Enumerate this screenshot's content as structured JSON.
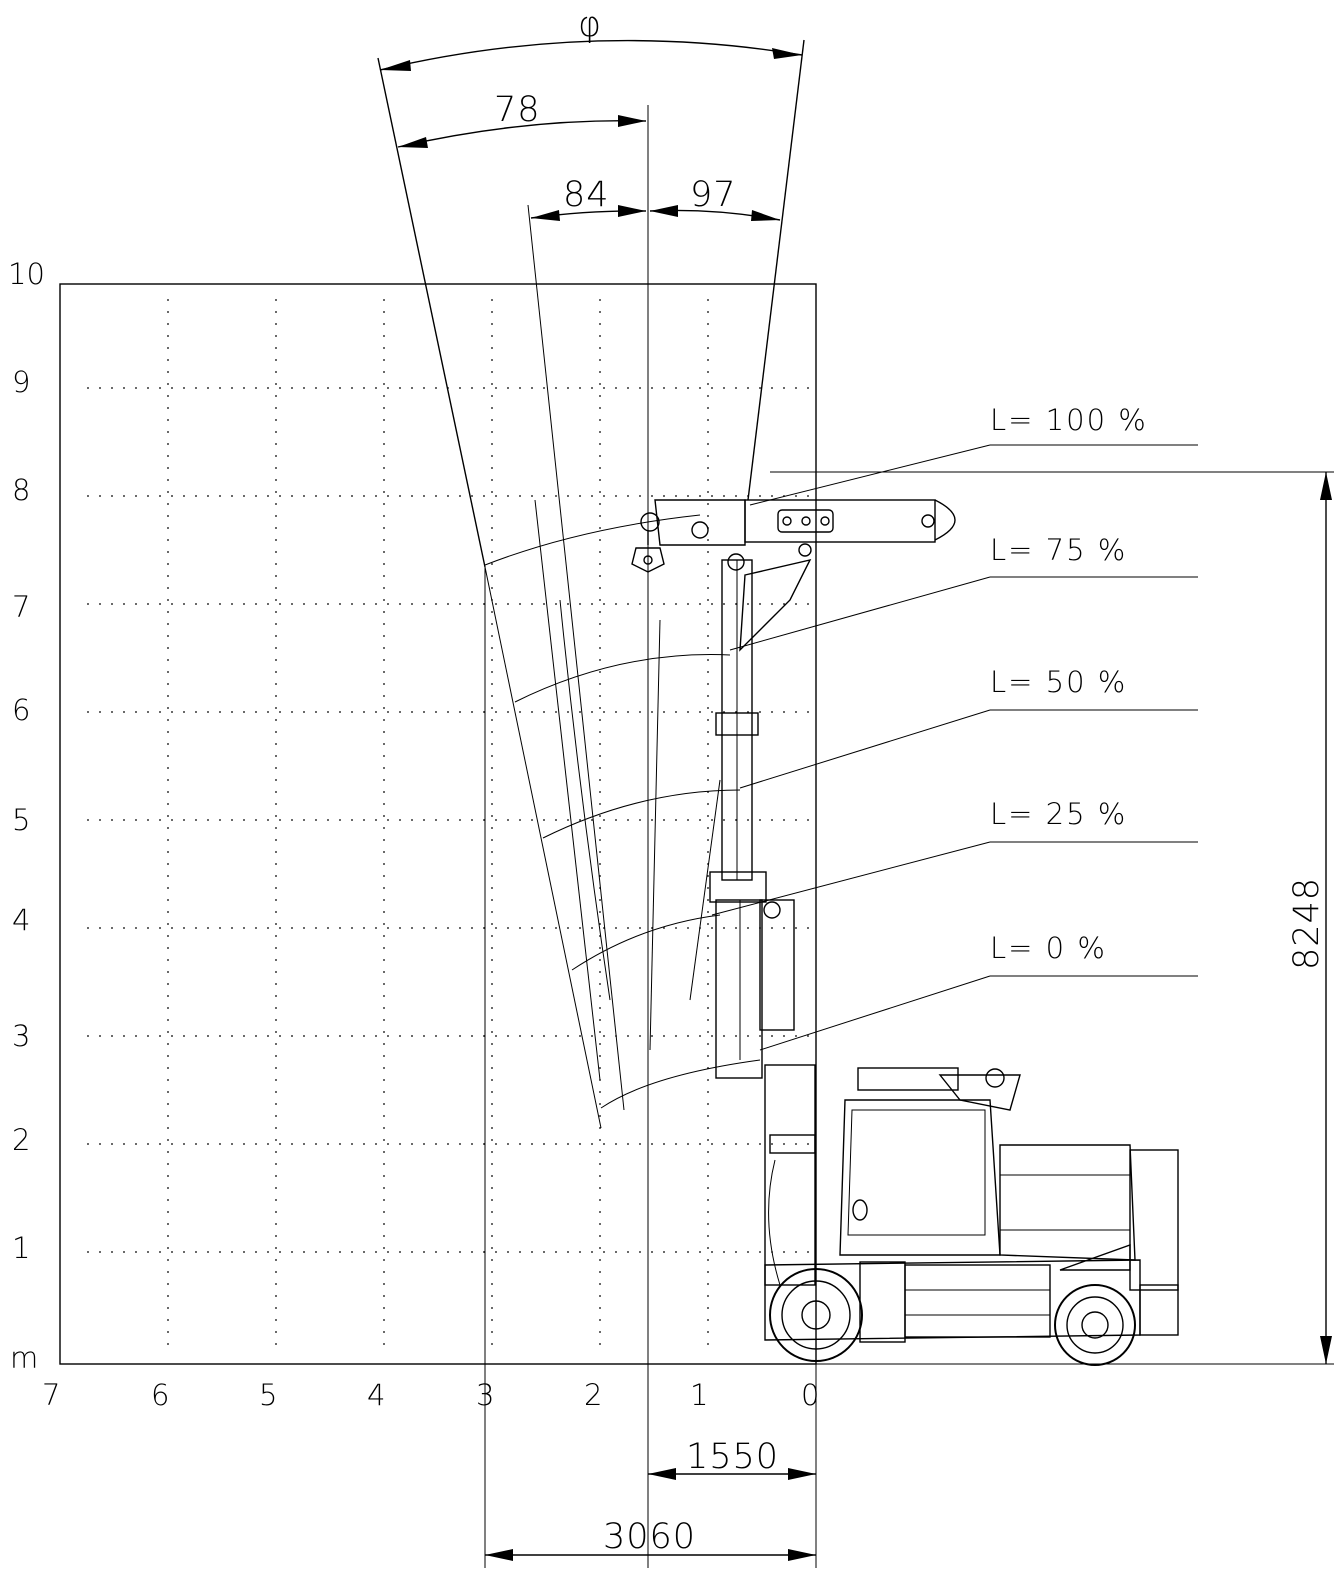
{
  "colors": {
    "ink": "#000000",
    "background": "#ffffff"
  },
  "axes": {
    "unit": "m",
    "x_ticks": [
      "7",
      "6",
      "5",
      "4",
      "3",
      "2",
      "1",
      "0"
    ],
    "y_ticks": [
      "10",
      "9",
      "8",
      "7",
      "6",
      "5",
      "4",
      "3",
      "2",
      "1"
    ]
  },
  "angles": {
    "phi": "φ",
    "a1": "78",
    "a2": "84",
    "a3": "97"
  },
  "extensions": [
    {
      "label": "L= 100 %"
    },
    {
      "label": "L= 75 %"
    },
    {
      "label": "L= 50 %"
    },
    {
      "label": "L= 25 %"
    },
    {
      "label": "L= 0 %"
    }
  ],
  "dimensions": {
    "height": "8248",
    "reach_inner": "1550",
    "reach_outer": "3060"
  },
  "icons": {
    "machine": "mobile-crane-side-view-icon",
    "hook": "crane-hook-icon"
  }
}
